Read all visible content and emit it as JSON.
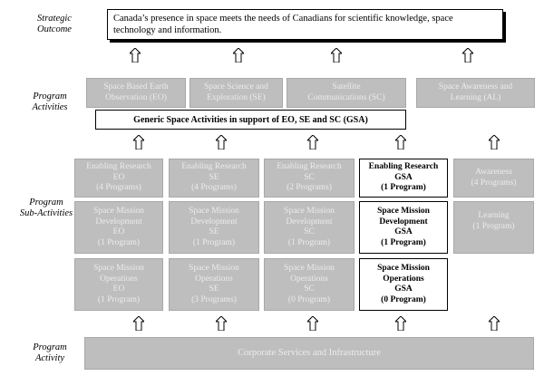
{
  "row_labels": {
    "strategic_outcome": [
      "Strategic",
      "Outcome"
    ],
    "program_activities": [
      "Program",
      "Activities"
    ],
    "program_sub_activities": [
      "Program",
      "Sub-Activities"
    ],
    "program_activity": [
      "Program",
      "Activity"
    ]
  },
  "strategic_outcome": {
    "lines": [
      "Canada’s presence in space meets the needs of Canadians for scientific knowledge, space",
      "technology and information."
    ]
  },
  "activities": [
    {
      "lines": [
        "Space Based Earth",
        "Observation (EO)"
      ]
    },
    {
      "lines": [
        "Space Science and",
        "Exploration (SE)"
      ]
    },
    {
      "lines": [
        "Satellite",
        "Communications (SC)"
      ]
    },
    {
      "lines": [
        "Space Awareness and",
        "Learning (AL)"
      ]
    }
  ],
  "gsa_bar": {
    "label": "Generic Space Activities in support of EO, SE and SC (GSA)"
  },
  "sub_activities": {
    "enabling_research": [
      {
        "lines": [
          "Enabling Research",
          "EO",
          "(4 Programs)"
        ]
      },
      {
        "lines": [
          "Enabling Research",
          "SE",
          "(4 Programs)"
        ]
      },
      {
        "lines": [
          "Enabling Research",
          "SC",
          "(2 Programs)"
        ]
      },
      {
        "lines": [
          "Enabling Research",
          "GSA",
          "(1 Program)"
        ]
      },
      {
        "lines": [
          "Awareness",
          "(4 Programs)"
        ]
      }
    ],
    "mission_development": [
      {
        "lines": [
          "Space Mission",
          "Development",
          "EO",
          "(1 Program)"
        ]
      },
      {
        "lines": [
          "Space Mission",
          "Development",
          "SE",
          "(1 Program)"
        ]
      },
      {
        "lines": [
          "Space Mission",
          "Development",
          "SC",
          "(1 Program)"
        ]
      },
      {
        "lines": [
          "Space Mission",
          "Development",
          "GSA",
          "(1 Program)"
        ]
      },
      {
        "lines": [
          "Learning",
          "(1 Program)"
        ]
      }
    ],
    "mission_operations": [
      {
        "lines": [
          "Space Mission",
          "Operations",
          "EO",
          "(1 Program)"
        ]
      },
      {
        "lines": [
          "Space Mission",
          "Operations",
          "SE",
          "(3 Programs)"
        ]
      },
      {
        "lines": [
          "Space Mission",
          "Operations",
          "SC",
          "(0 Program)"
        ]
      },
      {
        "lines": [
          "Space Mission",
          "Operations",
          "GSA",
          "(0 Program)"
        ]
      }
    ]
  },
  "corporate": {
    "label": "Corporate Services and Infrastructure"
  },
  "colors": {
    "grey_fill": "#bebebe",
    "grey_text": "#ececec",
    "border": "#000000"
  }
}
